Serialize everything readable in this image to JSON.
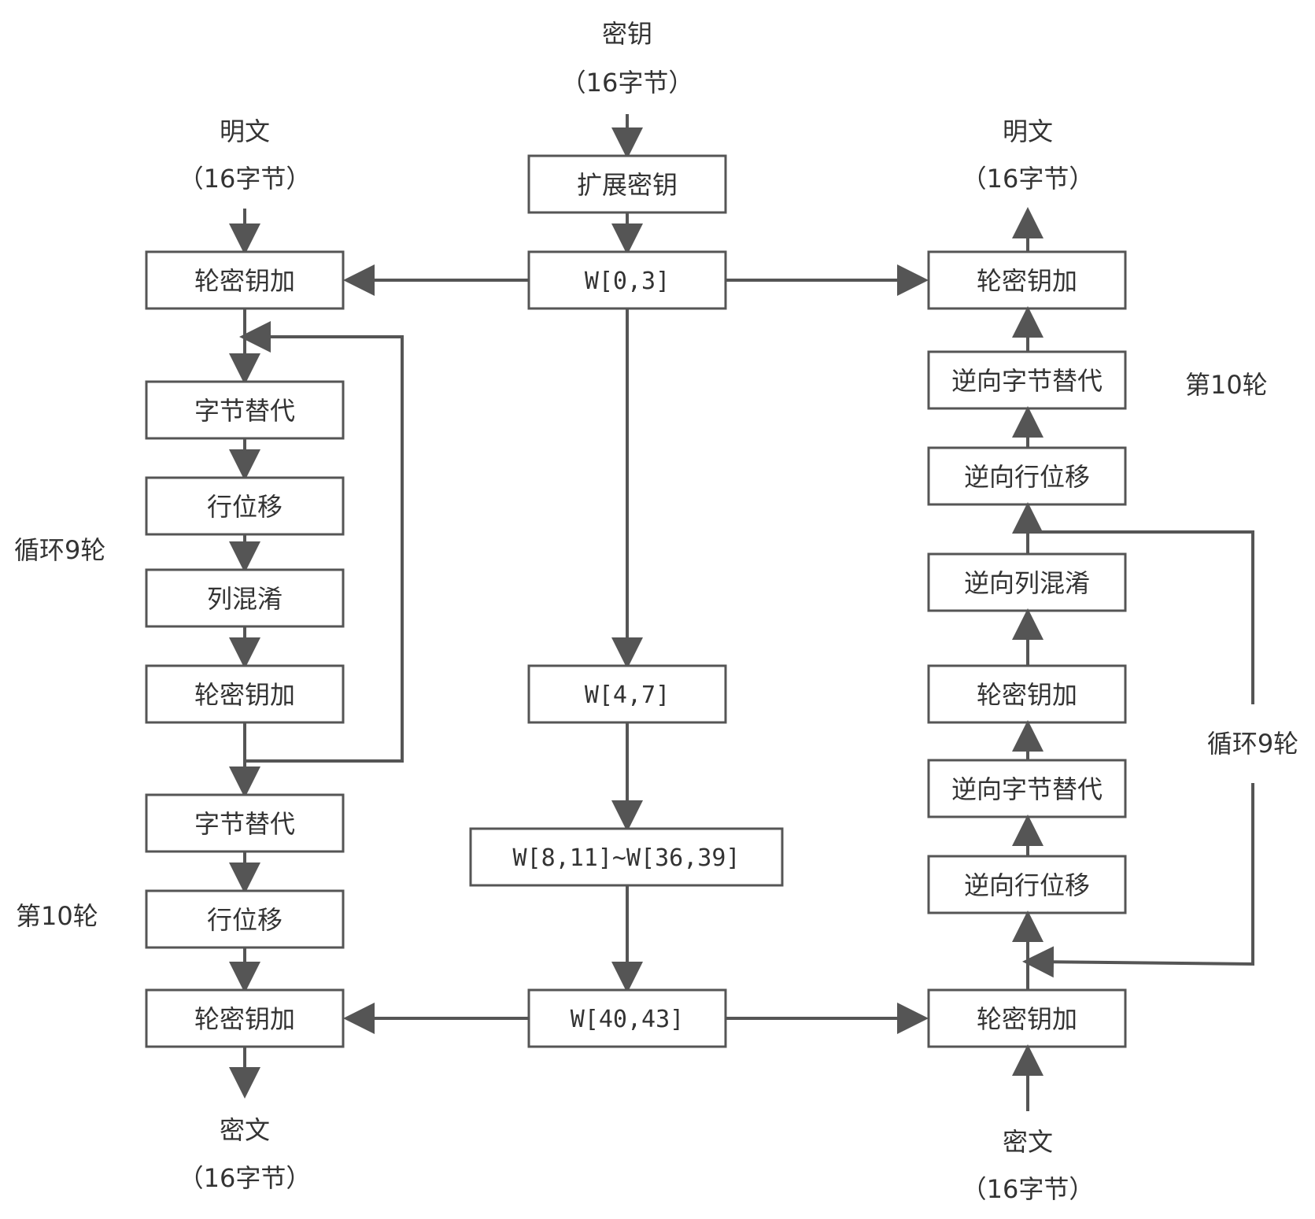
{
  "labels": {
    "key_title": "密钥",
    "key_size": "（16字节）",
    "plain_left_title": "明文",
    "plain_left_size": "（16字节）",
    "plain_right_title": "明文",
    "plain_right_size": "（16字节）",
    "cipher_left_title": "密文",
    "cipher_left_size": "（16字节）",
    "cipher_right_title": "密文",
    "cipher_right_size": "（16字节）",
    "loop_left": "循环9轮",
    "round10_left": "第10轮",
    "loop_right": "循环9轮",
    "round10_right": "第10轮"
  },
  "center": {
    "expand_key": "扩展密钥",
    "w0": "W[0,3]",
    "w1": "W[4,7]",
    "w2": "W[8,11]~W[36,39]",
    "w3": "W[40,43]"
  },
  "encrypt": {
    "addkey_first": "轮密钥加",
    "subbytes_loop": "字节替代",
    "shiftrows_loop": "行位移",
    "mixcolumns_loop": "列混淆",
    "addkey_loop": "轮密钥加",
    "subbytes_final": "字节替代",
    "shiftrows_final": "行位移",
    "addkey_final": "轮密钥加"
  },
  "decrypt": {
    "addkey_top": "轮密钥加",
    "inv_subbytes_r10": "逆向字节替代",
    "inv_shiftrows_r10": "逆向行位移",
    "inv_mixcolumns": "逆向列混淆",
    "addkey_loop": "轮密钥加",
    "inv_subbytes_loop": "逆向字节替代",
    "inv_shiftrows_loop": "逆向行位移",
    "addkey_bottom": "轮密钥加"
  },
  "colors": {
    "stroke": "#555555",
    "text": "#333333"
  }
}
